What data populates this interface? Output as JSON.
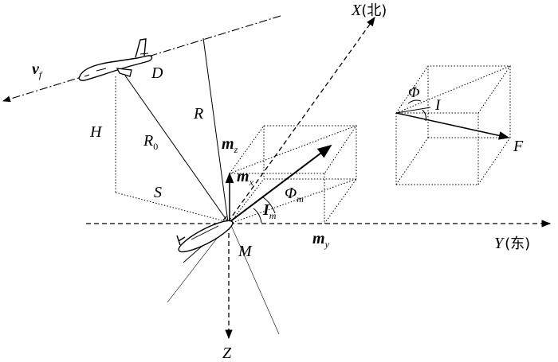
{
  "labels": {
    "x_axis": "X",
    "x_axis_cn": "(北)",
    "y_axis": "Y",
    "y_axis_cn": "(东)",
    "z_axis": "Z",
    "velocity": "v",
    "velocity_sub": "f",
    "point_d": "D",
    "point_m": "M",
    "height": "H",
    "r0": "R",
    "r0_sub": "0",
    "r": "R",
    "s": "S",
    "mx": "m",
    "mx_sub": "x",
    "my": "m",
    "my_sub": "y",
    "mz": "m",
    "mz_sub": "z",
    "phi_m": "Φ",
    "phi_m_sub": "m",
    "i_m": "I",
    "i_m_sub": "m",
    "phi": "Φ",
    "i": "I",
    "f": "F"
  }
}
